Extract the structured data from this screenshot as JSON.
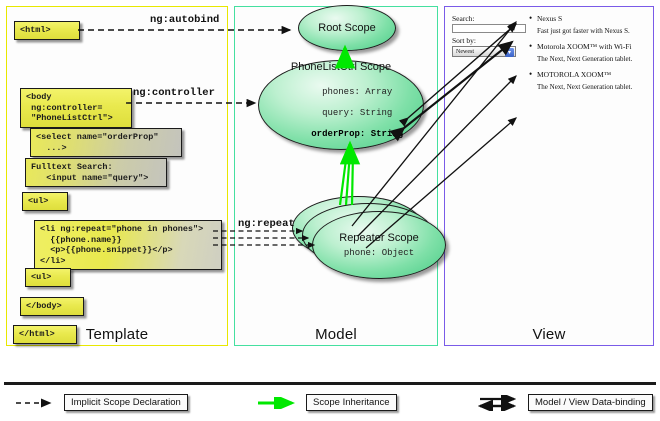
{
  "panels": {
    "template": {
      "label": "Template",
      "border_color": "#e8e800"
    },
    "model": {
      "label": "Model",
      "border_color": "#45e0a0"
    },
    "view": {
      "label": "View",
      "border_color": "#7a5be8"
    }
  },
  "template_boxes": [
    {
      "id": "html-open",
      "text": "<html>"
    },
    {
      "id": "body-open",
      "text": "<body\n ng:controller=\n \"PhoneListCtrl\">"
    },
    {
      "id": "select",
      "text": "<select name=\"orderProp\"\n  ...>"
    },
    {
      "id": "fulltext",
      "text": "Fulltext Search:\n   <input name=\"query\">"
    },
    {
      "id": "ul-open",
      "text": "<ul>"
    },
    {
      "id": "li-repeat",
      "text": "<li ng:repeat=\"phone in phones\">\n  {{phone.name}}\n  <p>{{phone.snippet}}</p>\n</li>"
    },
    {
      "id": "ul-close",
      "text": "<ul>"
    },
    {
      "id": "body-close",
      "text": "</body>"
    },
    {
      "id": "html-close",
      "text": "</html>"
    }
  ],
  "scopes": [
    {
      "id": "root",
      "title": "Root\nScope",
      "props": []
    },
    {
      "id": "ctrl",
      "title": "PhoneListCtrl\nScope",
      "props": [
        {
          "text": "phones: Array",
          "bold": false
        },
        {
          "text": "query: String",
          "bold": false
        },
        {
          "text": "orderProp: String",
          "bold": true
        }
      ]
    },
    {
      "id": "repeater",
      "title": "Repeater\nScope",
      "props": [
        {
          "text": "phone: Object",
          "bold": false
        }
      ]
    }
  ],
  "edge_labels": {
    "autobind": "ng:autobind",
    "controller": "ng:controller",
    "repeat": "ng:repeat"
  },
  "view": {
    "search_label": "Search:",
    "search_value": "",
    "search_placeholder": "",
    "sort_label": "Sort by:",
    "sort_selected": "Newest",
    "sort_options": [
      "Newest"
    ],
    "phones": [
      {
        "name": "Nexus S",
        "snippet": "Fast just got faster with Nexus S."
      },
      {
        "name": "Motorola XOOM™ with Wi-Fi",
        "snippet": "The Next, Next Generation tablet."
      },
      {
        "name": "MOTOROLA XOOM™",
        "snippet": "The Next, Next Generation tablet."
      }
    ]
  },
  "legend": [
    {
      "id": "implicit",
      "label": "Implicit Scope Declaration",
      "style": "dashed-black"
    },
    {
      "id": "inheritance",
      "label": "Scope Inheritance",
      "style": "solid-green",
      "color": "#00e800"
    },
    {
      "id": "databinding",
      "label": "Model / View Data-binding",
      "style": "double-black"
    }
  ]
}
